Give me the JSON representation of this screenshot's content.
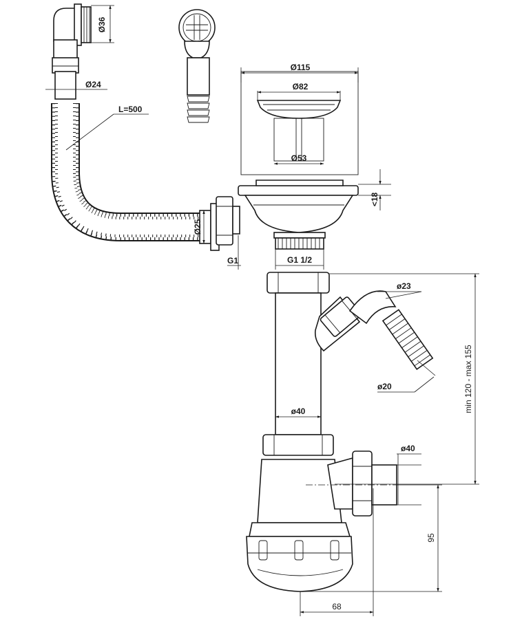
{
  "labels": {
    "d36": "Ø36",
    "d24": "Ø24",
    "length": "L=500",
    "d115": "Ø115",
    "d82": "Ø82",
    "d53": "Ø53",
    "d25": "Ø25",
    "h18": "<18",
    "g1": "G1",
    "g112": "G1 1/2",
    "d23": "ø23",
    "d20": "ø20",
    "range": "min 120 - max 155",
    "d40_pipe": "ø40",
    "d40_outlet": "ø40",
    "h95": "95",
    "w68": "68"
  }
}
